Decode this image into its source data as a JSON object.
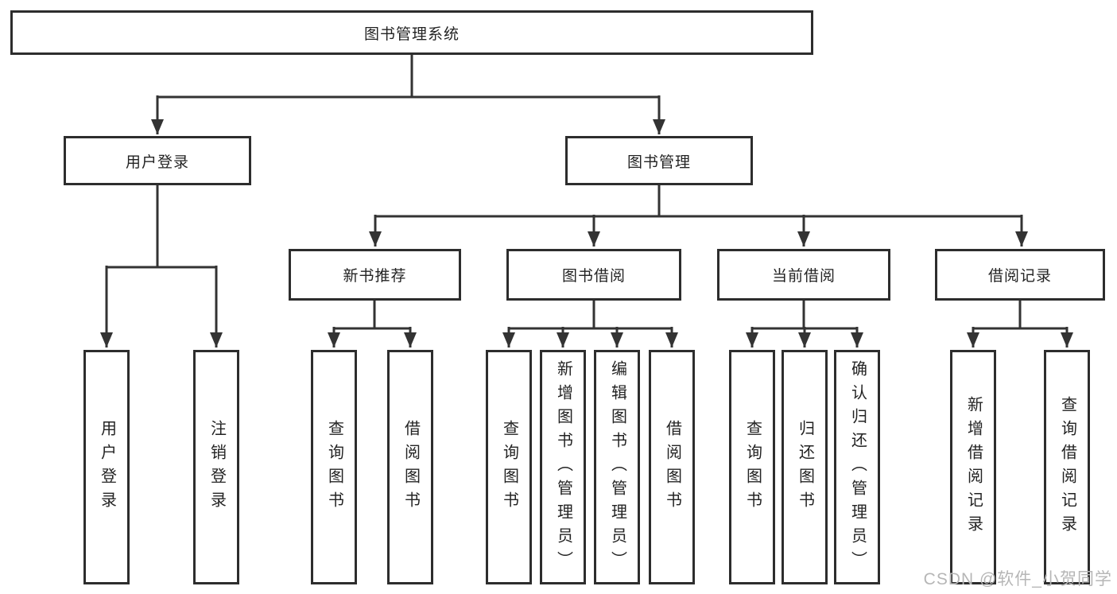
{
  "tree": {
    "root": {
      "label": "图书管理系统"
    },
    "branches": [
      {
        "label": "用户登录",
        "leaves": [
          {
            "label": "用户登录"
          },
          {
            "label": "注销登录"
          }
        ]
      },
      {
        "label": "图书管理",
        "groups": [
          {
            "label": "新书推荐",
            "leaves": [
              {
                "label": "查询图书"
              },
              {
                "label": "借阅图书"
              }
            ]
          },
          {
            "label": "图书借阅",
            "leaves": [
              {
                "label": "查询图书"
              },
              {
                "label": "新增图书（管理员）"
              },
              {
                "label": "编辑图书（管理员）"
              },
              {
                "label": "借阅图书"
              }
            ]
          },
          {
            "label": "当前借阅",
            "leaves": [
              {
                "label": "查询图书"
              },
              {
                "label": "归还图书"
              },
              {
                "label": "确认归还（管理员）"
              }
            ]
          },
          {
            "label": "借阅记录",
            "leaves": [
              {
                "label": "新增借阅记录"
              },
              {
                "label": "查询借阅记录"
              }
            ]
          }
        ]
      }
    ]
  },
  "watermark": {
    "text": "CSDN @软件_小贺同学"
  },
  "colors": {
    "line": "#333333",
    "box_border": "#2d2d2d",
    "text": "#232323",
    "background": "#ffffff",
    "watermark": "#b6b6b6"
  }
}
